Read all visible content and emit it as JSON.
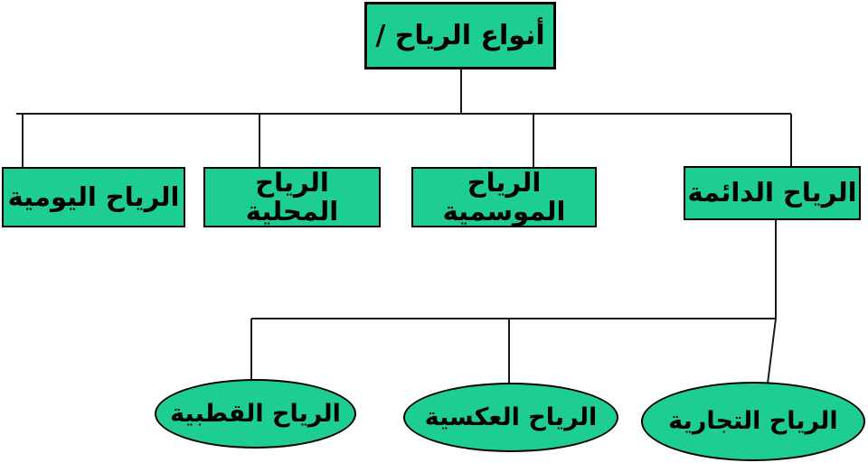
{
  "diagram": {
    "root": {
      "label": "أنواع الرياح /"
    },
    "level2": [
      {
        "id": "daily-winds",
        "label": "الرياح اليومية"
      },
      {
        "id": "local-winds",
        "label": "الرياح المحلية"
      },
      {
        "id": "seasonal-winds",
        "label": "الرياح الموسمية"
      },
      {
        "id": "permanent-winds",
        "label": "الرياح الدائمة"
      }
    ],
    "level3": [
      {
        "id": "polar-winds",
        "label": "الرياح القطبية"
      },
      {
        "id": "reverse-winds",
        "label": "الرياح العكسية"
      },
      {
        "id": "trade-winds",
        "label": "الرياح التجارية"
      }
    ],
    "colors": {
      "node_fill": "#1ecd92",
      "node_border": "#000000",
      "line": "#1a1a1a",
      "text": "#000000",
      "background": "#ffffff"
    }
  }
}
